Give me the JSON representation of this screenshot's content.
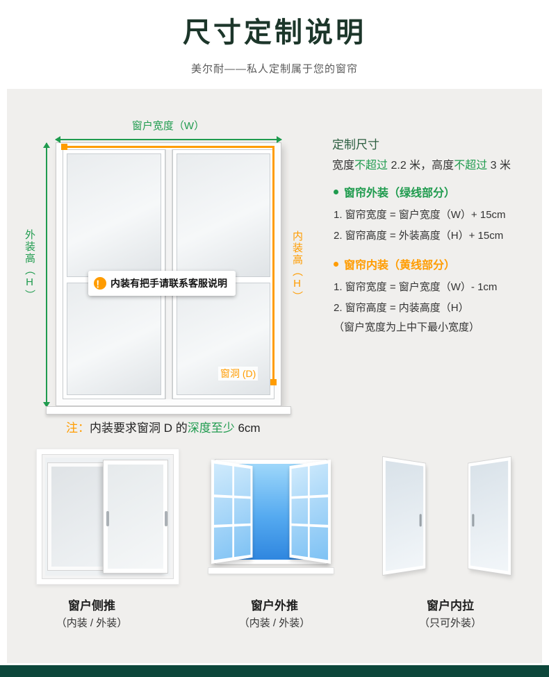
{
  "header": {
    "title": "尺寸定制说明",
    "subtitle": "美尔耐——私人定制属于您的窗帘"
  },
  "diagram": {
    "window_width_label": "窗户宽度（W）",
    "outer_height_label": "外装高（H）",
    "inner_height_label": "内装高（H）",
    "window_hole_label": "窗洞 (D)",
    "callout_icon": "！",
    "callout_text": "内装有把手请联系客服说明",
    "note_prefix": "注：",
    "note_body": "内装要求窗洞 D 的",
    "note_highlight": "深度至少",
    "note_suffix": " 6cm"
  },
  "spec": {
    "heading": "定制尺寸",
    "limit_seg1": "宽度",
    "limit_seg2": "不超过",
    "limit_seg3": " 2.2 米，",
    "limit_seg4": "高度",
    "limit_seg5": "不超过",
    "limit_seg6": " 3 米",
    "outer_bullet_title": "窗帘外装（绿线部分）",
    "outer_line1": "1. 窗帘宽度 = 窗户宽度（W）+ 15cm",
    "outer_line2": "2. 窗帘高度 = 外装高度（H）+ 15cm",
    "inner_bullet_title": "窗帘内装（黄线部分）",
    "inner_line1": "1. 窗帘宽度 = 窗户宽度（W）- 1cm",
    "inner_line2": "2. 窗帘高度 = 内装高度（H）",
    "inner_line3": "（窗户宽度为上中下最小宽度）"
  },
  "window_types": [
    {
      "name": "窗户侧推",
      "sub": "（内装 / 外装）"
    },
    {
      "name": "窗户外推",
      "sub": "（内装 / 外装）"
    },
    {
      "name": "窗户内拉",
      "sub": "（只可外装）"
    }
  ],
  "colors": {
    "green": "#1f9b4e",
    "orange": "#ff9c00",
    "title_dark": "#1c362a",
    "footer_bar": "#0d473b",
    "sky_blue": "#3f9bea"
  }
}
